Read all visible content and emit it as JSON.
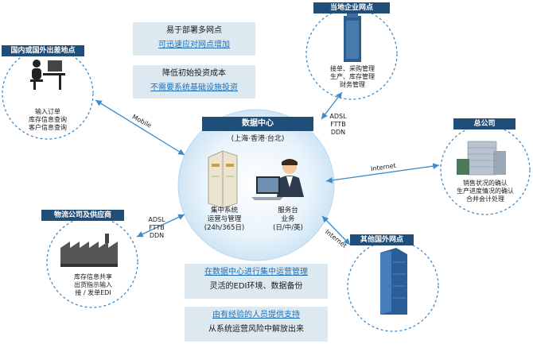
{
  "center": {
    "title": "数据中心",
    "location": "(上海·香港·台北)",
    "system_lines": [
      "集中系统",
      "运营与管理",
      "(24h/365日)"
    ],
    "service_lines": [
      "服务台",
      "业务",
      "(日/中/英)"
    ]
  },
  "nodes": {
    "overseas": {
      "title": "国内或国外出差地点",
      "lines": [
        "输入订单",
        "库存信息查询",
        "客户信息查询"
      ]
    },
    "local": {
      "title": "当地企业网点",
      "lines": [
        "接单、采购管理",
        "生产、库存管理",
        "财务管理"
      ]
    },
    "hq": {
      "title": "总公司",
      "lines": [
        "销售状况的确认",
        "生产进度情况的确认",
        "合并会计处理"
      ]
    },
    "logistics": {
      "title": "物流公司及供应商",
      "lines": [
        "库存信息共享",
        "出货指示输入",
        "接 / 发单EDI"
      ]
    },
    "other": {
      "title": "其他国外网点"
    }
  },
  "connections": {
    "mobile": "Mobile",
    "local_link": [
      "ADSL",
      "FTTB",
      "DDN"
    ],
    "logistics_link": [
      "ADSL",
      "FTTB",
      "DDN"
    ],
    "hq_link": "Internet",
    "other_link": "Internet"
  },
  "top_box": {
    "block1": [
      "易于部署多网点",
      "可迅速应对网点增加"
    ],
    "block2": [
      "降低初始投资成本",
      "不需要系统基础设施投资"
    ]
  },
  "bottom_box": {
    "block1": [
      "在数据中心进行集中运营管理",
      "灵活的EDI环境、数据备份"
    ],
    "block2": [
      "由有经验的人员提供支持",
      "从系统运营风险中解放出来"
    ]
  },
  "colors": {
    "navy": "#1f4e79",
    "accent": "#1f6fb6",
    "box_bg": "#dde9f1",
    "arrow": "#3d8ac9"
  }
}
